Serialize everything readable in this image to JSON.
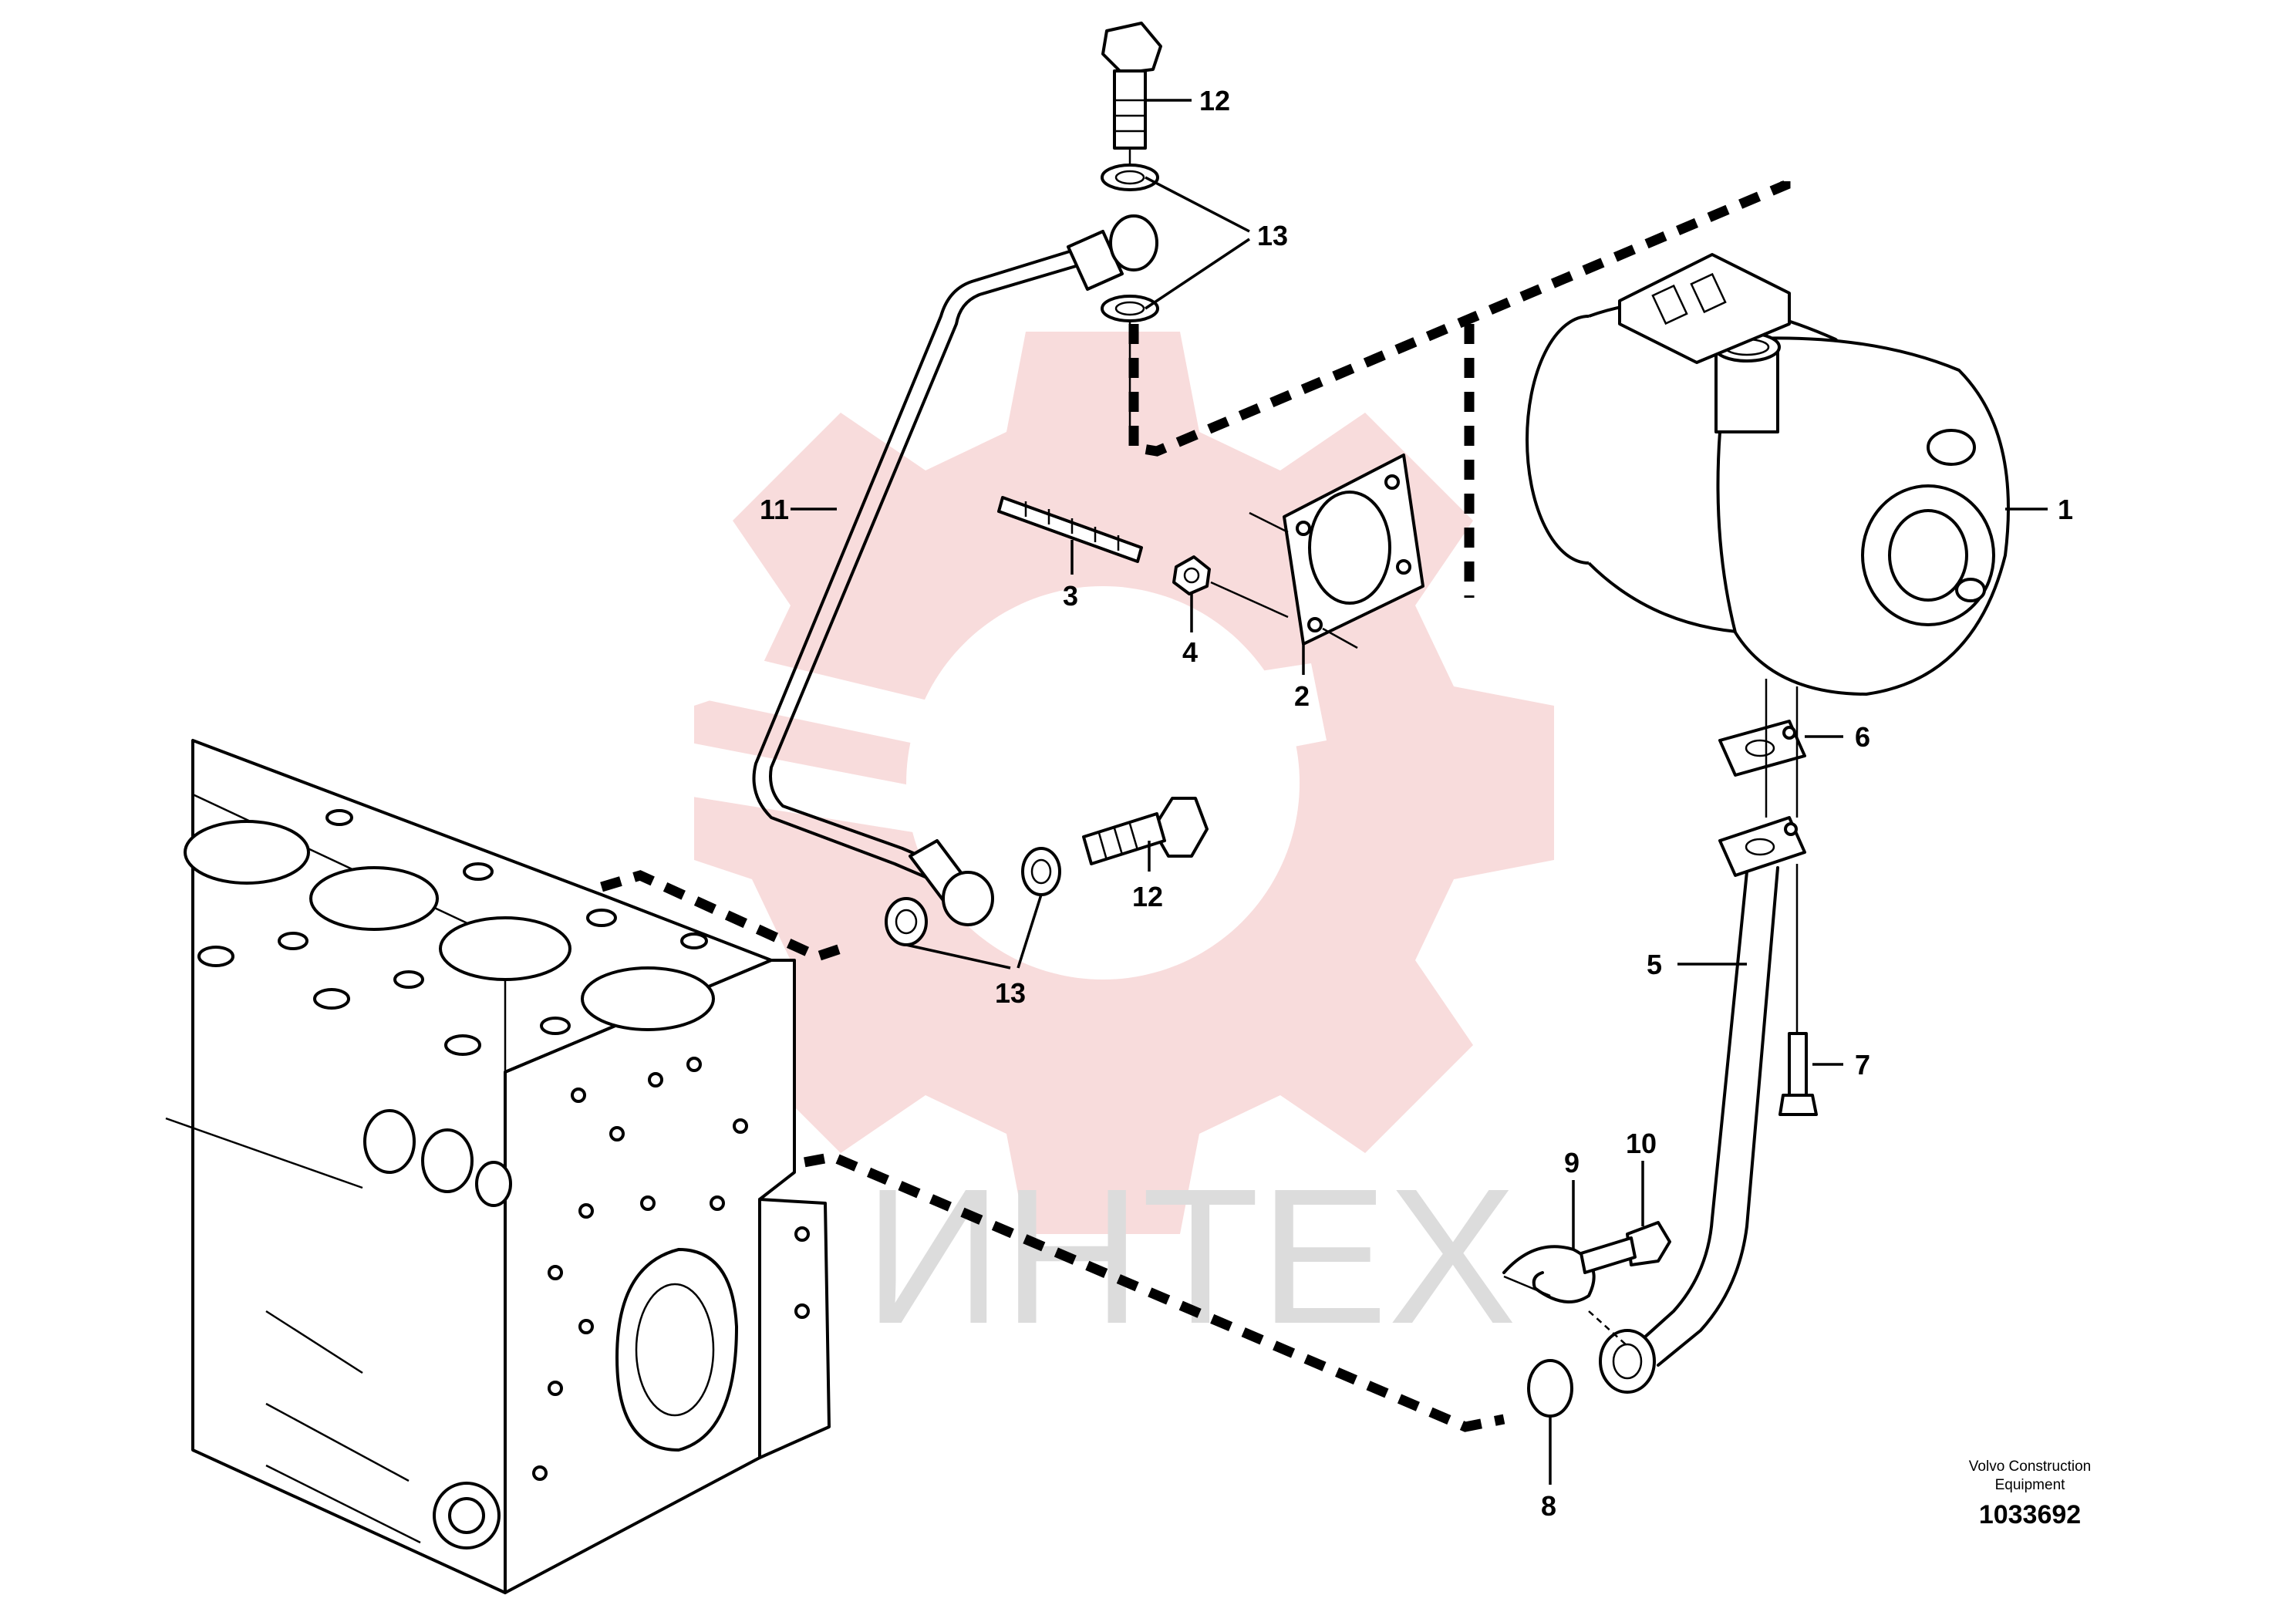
{
  "watermark": {
    "text": "ИНТЕХ",
    "gear_color": "#f8dcdc",
    "text_color": "#dcdcdc"
  },
  "callouts": [
    {
      "id": "c1",
      "label": "1"
    },
    {
      "id": "c2",
      "label": "2"
    },
    {
      "id": "c3",
      "label": "3"
    },
    {
      "id": "c4",
      "label": "4"
    },
    {
      "id": "c5",
      "label": "5"
    },
    {
      "id": "c6",
      "label": "6"
    },
    {
      "id": "c7",
      "label": "7"
    },
    {
      "id": "c8",
      "label": "8"
    },
    {
      "id": "c9",
      "label": "9"
    },
    {
      "id": "c10",
      "label": "10"
    },
    {
      "id": "c11",
      "label": "11"
    },
    {
      "id": "c12a",
      "label": "12"
    },
    {
      "id": "c12b",
      "label": "12"
    },
    {
      "id": "c13a",
      "label": "13"
    },
    {
      "id": "c13b",
      "label": "13"
    }
  ],
  "credit": {
    "line1": "Volvo Construction",
    "line2": "Equipment",
    "ref": "1033692"
  },
  "icons": {
    "gear": "gear-watermark-icon"
  }
}
